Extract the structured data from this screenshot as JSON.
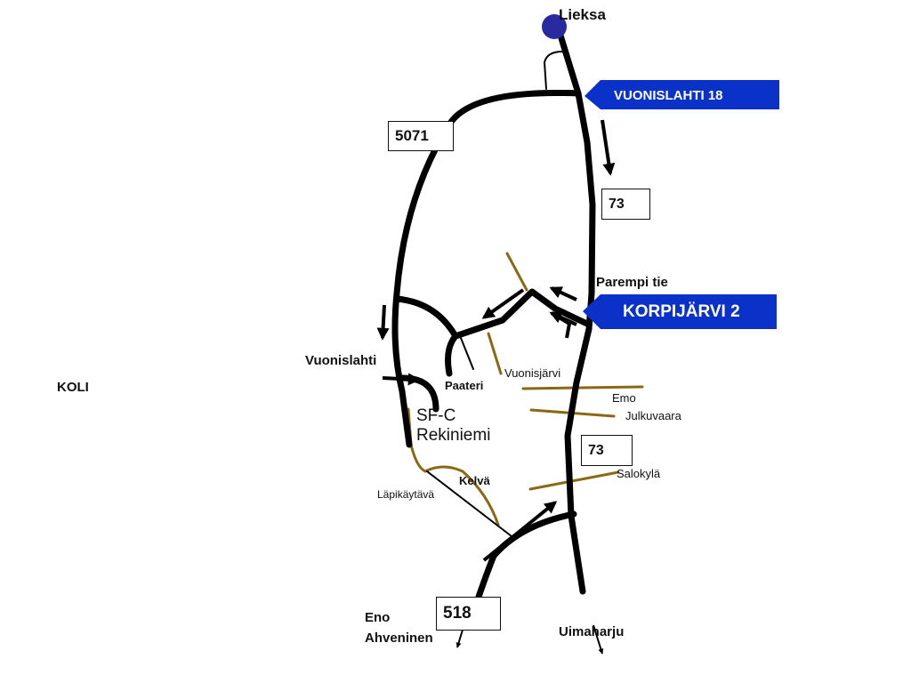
{
  "colors": {
    "road": "#000000",
    "local_road": "#8b6914",
    "sign": "#0a32c8",
    "city": "#2a2aa0",
    "text": "#111111"
  },
  "places": {
    "lieksa": "Lieksa",
    "koli": "KOLI",
    "vuonislahti": "Vuonislahti",
    "paateri": "Paateri",
    "vuonisjarvi": "Vuonisjärvi",
    "emo": "Emo",
    "julkuvaara": "Julkuvaara",
    "salokyla": "Salokylä",
    "kelva": "Kelvä",
    "lapikaytava": "Läpikäytävä",
    "eno": "Eno",
    "ahveninen": "Ahveninen",
    "uimaharju": "Uimaharju",
    "parempi_tie": "Parempi tie",
    "sfc_line1": "SF-C",
    "sfc_line2": "Rekiniemi"
  },
  "road_shields": {
    "r5071": "5071",
    "r73_north": "73",
    "r73_south": "73",
    "r518": "518"
  },
  "signs": {
    "vuonislahti": "VUONISLAHTI 18",
    "korpijarvi": "KORPIJÄRVI 2"
  },
  "icons": {
    "city_marker": "circle",
    "direction": "arrow"
  }
}
